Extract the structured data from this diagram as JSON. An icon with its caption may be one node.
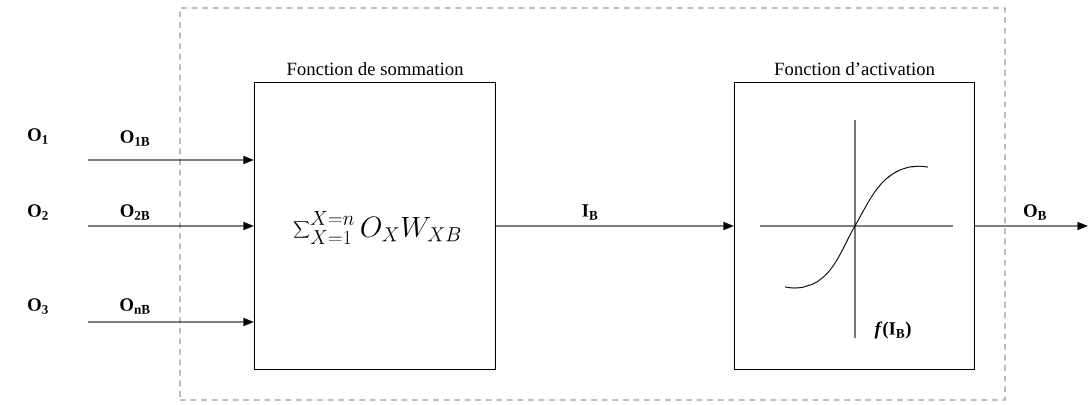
{
  "diagram": {
    "nodes": [
      {
        "text": [],
        "shape": "box"
      },
      {
        "text": [
          "Fonction de sommation",
          "\\sum\\nolimits_{X=1}^{X=n} O_X W_{XB}"
        ],
        "in": 0
      },
      {
        "text": [
          "Fonction d’activation",
          "*f*(I$_{B}$)"
        ],
        "in": 0
      }
    ],
    "edges": [
      {
        "from": null,
        "to": 1,
        "arrow": "to",
        "label": "O$_{1B}$"
      },
      {
        "from": null,
        "to": 1,
        "arrow": "to",
        "label": "O$_{2B}$"
      },
      {
        "from": null,
        "to": 1,
        "arrow": "to",
        "label": "O$_{nB}$"
      },
      {
        "from": 1,
        "to": 2,
        "arrow": "to",
        "label": "I$_{B}$"
      },
      {
        "from": 2,
        "to": null,
        "arrow": "to",
        "label": "O$_{B}$"
      }
    ],
    "labels": [
      "O$_{1}$",
      "O$_{2}$",
      "O$_{3}$"
    ]
  }
}
